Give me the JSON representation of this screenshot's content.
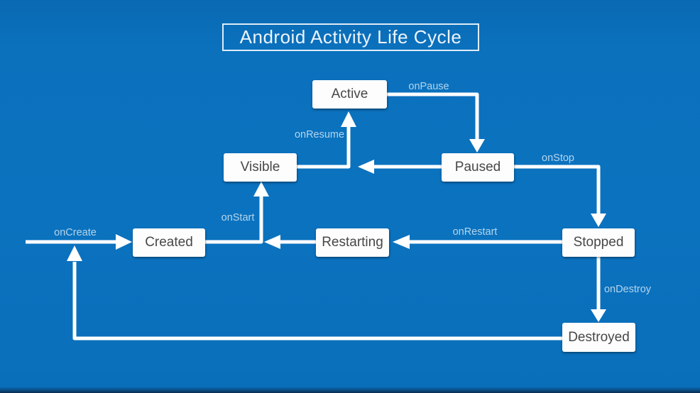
{
  "title": "Android Activity Life Cycle",
  "diagram": {
    "type": "state-machine",
    "nodes": [
      {
        "id": "active",
        "label": "Active"
      },
      {
        "id": "visible",
        "label": "Visible"
      },
      {
        "id": "paused",
        "label": "Paused"
      },
      {
        "id": "created",
        "label": "Created"
      },
      {
        "id": "restarting",
        "label": "Restarting"
      },
      {
        "id": "stopped",
        "label": "Stopped"
      },
      {
        "id": "destroyed",
        "label": "Destroyed"
      }
    ],
    "edges": [
      {
        "label": "onCreate",
        "from": "start",
        "to": "created"
      },
      {
        "label": "onStart",
        "from": "created",
        "to": "visible"
      },
      {
        "label": "onResume",
        "from": "visible",
        "to": "active"
      },
      {
        "label": "onPause",
        "from": "active",
        "to": "paused"
      },
      {
        "label": "onStop",
        "from": "paused",
        "to": "stopped"
      },
      {
        "label": "onRestart",
        "from": "stopped",
        "to": "restarting"
      },
      {
        "label": "onDestroy",
        "from": "stopped",
        "to": "destroyed"
      },
      {
        "label": "",
        "from": "paused",
        "to": "visible"
      },
      {
        "label": "",
        "from": "restarting",
        "to": "created"
      },
      {
        "label": "",
        "from": "destroyed",
        "to": "created"
      }
    ]
  },
  "colors": {
    "background": "#0b72bf",
    "letterbox": "#0b2c4e",
    "node_fill": "#fdfdfd",
    "node_text": "#474747",
    "arrow": "#ffffff",
    "edge_label_text": "#b4d5ec",
    "title_text": "#edf4fb",
    "title_border": "#dfecf7"
  }
}
